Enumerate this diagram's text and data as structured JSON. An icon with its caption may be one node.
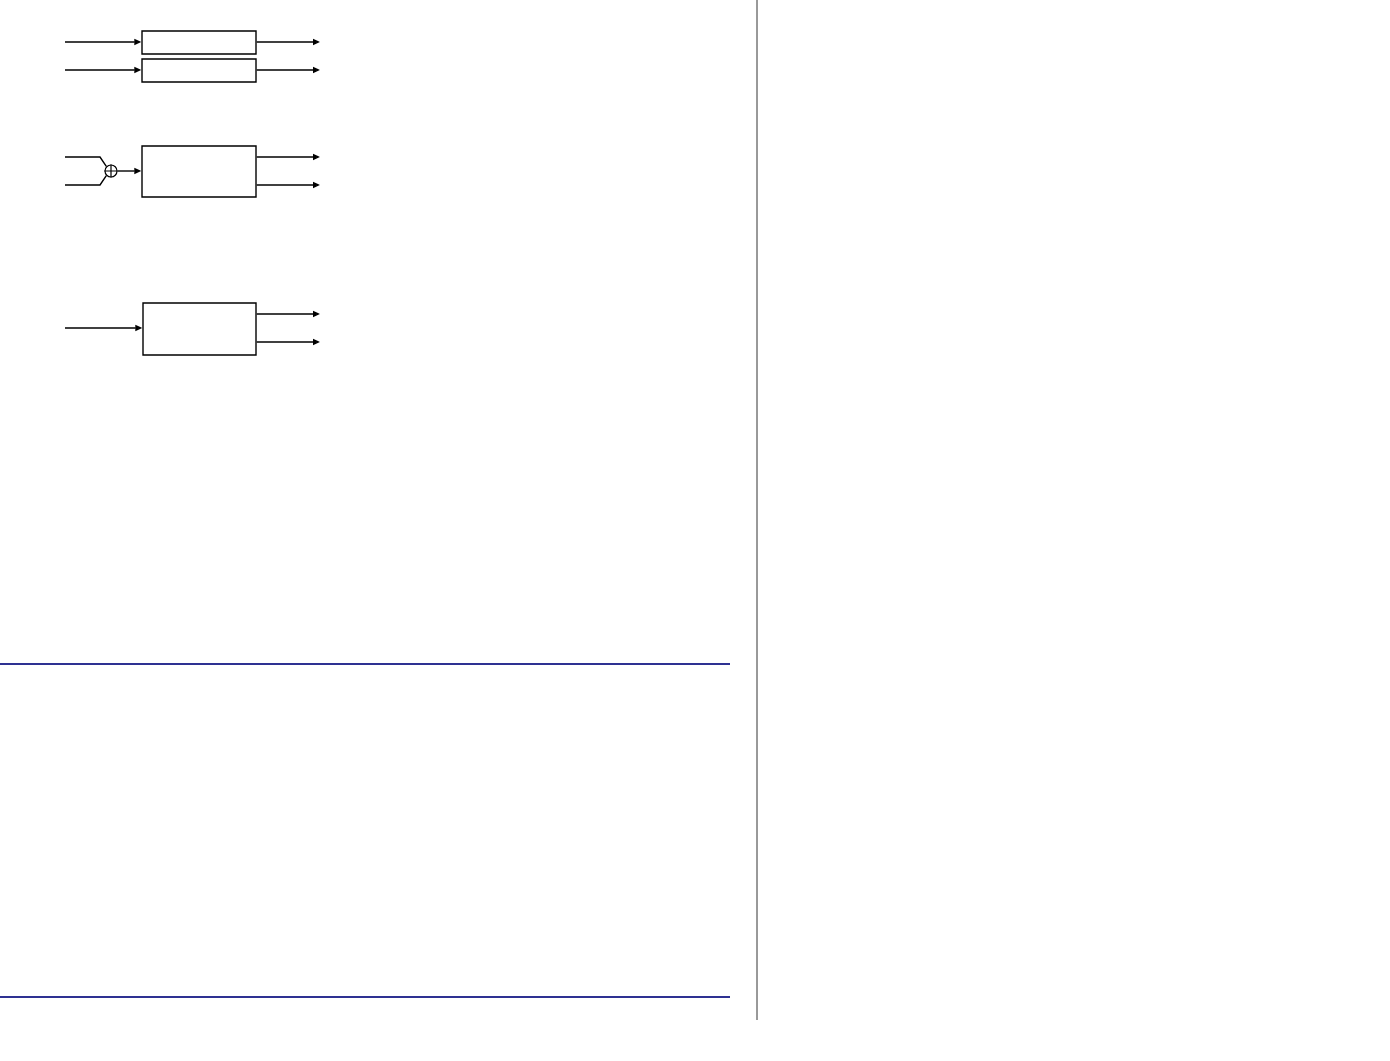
{
  "diagram": {
    "nodes": [
      {
        "text": [],
        "shape": "box"
      },
      {
        "text": [],
        "shape": "box"
      },
      {
        "text": [],
        "shape": "circle"
      },
      {
        "text": [],
        "shape": "box"
      },
      {
        "text": [],
        "shape": "box"
      }
    ],
    "edges": [
      {
        "from": null,
        "to": 0,
        "arrow": "to"
      },
      {
        "from": 0,
        "to": null,
        "arrow": "to"
      },
      {
        "from": null,
        "to": 1,
        "arrow": "to"
      },
      {
        "from": 1,
        "to": null,
        "arrow": "to"
      },
      {
        "from": null,
        "to": 2,
        "arrow": "none"
      },
      {
        "from": null,
        "to": 2,
        "arrow": "none"
      },
      {
        "from": 2,
        "to": 3,
        "arrow": "to"
      },
      {
        "from": 3,
        "to": null,
        "arrow": "to"
      },
      {
        "from": 3,
        "to": null,
        "arrow": "to"
      },
      {
        "from": null,
        "to": 4,
        "arrow": "to"
      },
      {
        "from": 4,
        "to": null,
        "arrow": "to"
      },
      {
        "from": 4,
        "to": null,
        "arrow": "to"
      }
    ]
  }
}
